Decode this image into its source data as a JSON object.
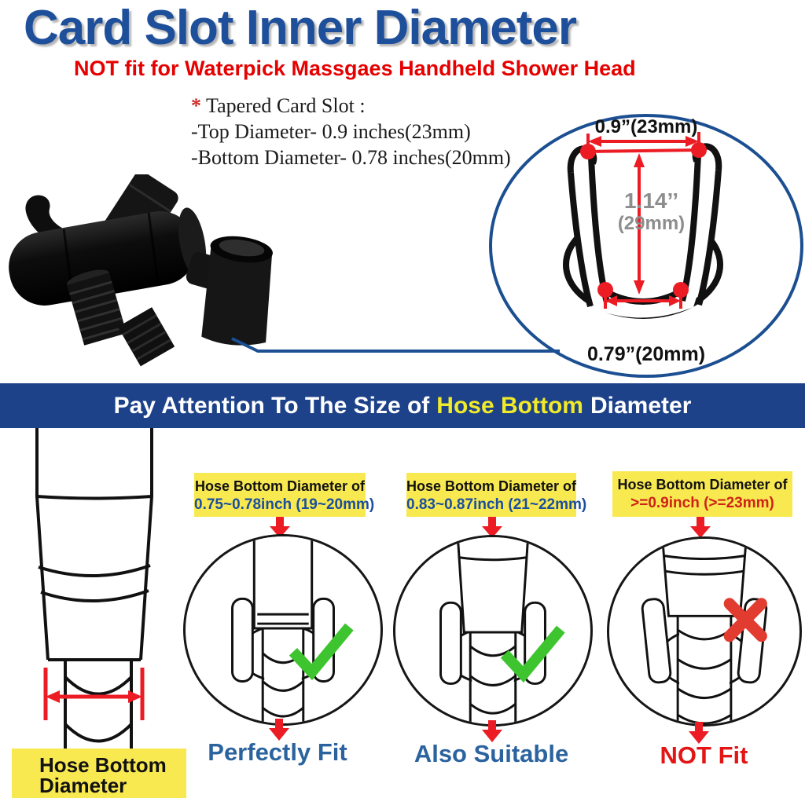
{
  "header": {
    "title": "Card Slot Inner Diameter",
    "subtitle": "NOT fit for Waterpick Massgaes Handheld Shower Head"
  },
  "specs": {
    "marker": "*",
    "intro": "Tapered Card Slot :",
    "top_line": "-Top Diameter- 0.9 inches(23mm)",
    "bottom_line": "-Bottom Diameter- 0.78 inches(20mm)"
  },
  "slot_diagram": {
    "top_diameter": "0.9”(23mm)",
    "depth_inches": "1.14’’",
    "depth_mm": "(29mm)",
    "bottom_diameter": "0.79”(20mm)"
  },
  "banner": {
    "prefix": "Pay Attention To The Size of",
    "highlight": "Hose Bottom",
    "suffix": "Diameter"
  },
  "hose_pointer": {
    "line1": "Hose Bottom",
    "line2": "Diameter"
  },
  "columns": [
    {
      "label_line1": "Hose Bottom Diameter of",
      "label_line2": "0.75~0.78inch (19~20mm)",
      "verdict": "Perfectly Fit",
      "result": "fit"
    },
    {
      "label_line1": "Hose Bottom Diameter of",
      "label_line2": "0.83~0.87inch (21~22mm)",
      "verdict": "Also Suitable",
      "result": "fit"
    },
    {
      "label_line1": "Hose Bottom Diameter of",
      "label_line2": ">=0.9inch (>=23mm)",
      "verdict": "NOT Fit",
      "result": "not_fit"
    }
  ],
  "icons": {
    "fit": "green-check-icon",
    "not_fit": "red-cross-icon",
    "pointer": "red-down-arrow-icon"
  },
  "colors": {
    "title_blue": "#1e4f9b",
    "alert_red": "#e60000",
    "banner_bg": "#1d4289",
    "banner_highlight": "#f0ea2a",
    "label_bg": "#f8e951",
    "label_blue": "#1a4e9e",
    "label_red": "#cf2218",
    "verdict_blue": "#2b639f",
    "verdict_red": "#e31515",
    "check_green": "#3ec42f",
    "cross_red": "#e23b30",
    "dimension_red": "#ec1c24",
    "diagram_blue": "#1b4f91",
    "dim_gray": "#8d8d8d"
  }
}
